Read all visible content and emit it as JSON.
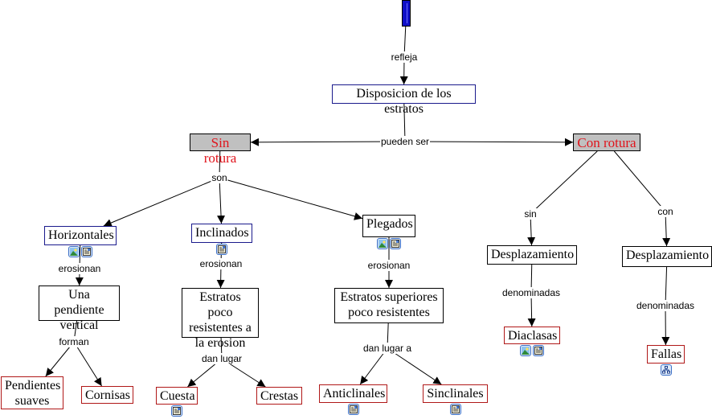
{
  "diagram": {
    "type": "concept-map",
    "nodes": [
      {
        "id": "root",
        "label": "",
        "style": "root"
      },
      {
        "id": "disposicion",
        "label": "Disposicion de los estratos",
        "style": "blue"
      },
      {
        "id": "sin_rotura",
        "label": "Sin rotura",
        "style": "gray"
      },
      {
        "id": "con_rotura",
        "label": "Con rotura",
        "style": "gray"
      },
      {
        "id": "horizontales",
        "label": "Horizontales",
        "style": "blue",
        "resources": [
          "image-icon",
          "document-icon"
        ]
      },
      {
        "id": "inclinados",
        "label": "Inclinados",
        "style": "blue",
        "resources": [
          "document-icon"
        ]
      },
      {
        "id": "plegados",
        "label": "Plegados",
        "style": "plain",
        "resources": [
          "image-icon",
          "document-icon"
        ]
      },
      {
        "id": "una_pendiente",
        "label": "Una pendiente\nvertical",
        "style": "plain"
      },
      {
        "id": "estratos_poco",
        "label": "Estratos poco\nresistentes a\nla erosion",
        "style": "plain"
      },
      {
        "id": "estratos_superiores",
        "label": "Estratos superiores\npoco resistentes",
        "style": "plain"
      },
      {
        "id": "pendientes_suaves",
        "label": "Pendientes\nsuaves",
        "style": "red"
      },
      {
        "id": "cornisas",
        "label": "Cornisas",
        "style": "red"
      },
      {
        "id": "cuesta",
        "label": "Cuesta",
        "style": "red",
        "resources": [
          "document-icon"
        ]
      },
      {
        "id": "crestas",
        "label": "Crestas",
        "style": "red"
      },
      {
        "id": "anticlinales",
        "label": "Anticlinales",
        "style": "red",
        "resources": [
          "document-icon"
        ]
      },
      {
        "id": "sinclinales",
        "label": "Sinclinales",
        "style": "red",
        "resources": [
          "document-icon"
        ]
      },
      {
        "id": "desplazamiento_sin",
        "label": "Desplazamiento",
        "style": "plain"
      },
      {
        "id": "desplazamiento_con",
        "label": "Desplazamiento",
        "style": "plain"
      },
      {
        "id": "diaclasas",
        "label": "Diaclasas",
        "style": "red",
        "resources": [
          "image-icon",
          "document-icon"
        ]
      },
      {
        "id": "fallas",
        "label": "Fallas",
        "style": "red",
        "resources": [
          "concept-map-icon"
        ]
      }
    ],
    "links": [
      {
        "id": "refleja",
        "label": "refleja",
        "from": [
          "root"
        ],
        "to": [
          "disposicion"
        ]
      },
      {
        "id": "pueden_ser",
        "label": "pueden ser",
        "from": [
          "disposicion"
        ],
        "to": [
          "sin_rotura",
          "con_rotura"
        ]
      },
      {
        "id": "son",
        "label": "son",
        "from": [
          "sin_rotura"
        ],
        "to": [
          "horizontales",
          "inclinados",
          "plegados"
        ]
      },
      {
        "id": "erosionan_h",
        "label": "erosionan",
        "from": [
          "horizontales"
        ],
        "to": [
          "una_pendiente"
        ]
      },
      {
        "id": "erosionan_i",
        "label": "erosionan",
        "from": [
          "inclinados"
        ],
        "to": [
          "estratos_poco"
        ]
      },
      {
        "id": "erosionan_p",
        "label": "erosionan",
        "from": [
          "plegados"
        ],
        "to": [
          "estratos_superiores"
        ]
      },
      {
        "id": "forman",
        "label": "forman",
        "from": [
          "una_pendiente"
        ],
        "to": [
          "pendientes_suaves",
          "cornisas"
        ]
      },
      {
        "id": "dan_lugar",
        "label": "dan lugar",
        "from": [
          "estratos_poco"
        ],
        "to": [
          "cuesta",
          "crestas"
        ]
      },
      {
        "id": "dan_lugar_a",
        "label": "dan lugar a",
        "from": [
          "estratos_superiores"
        ],
        "to": [
          "anticlinales",
          "sinclinales"
        ]
      },
      {
        "id": "sin",
        "label": "sin",
        "from": [
          "con_rotura"
        ],
        "to": [
          "desplazamiento_sin"
        ]
      },
      {
        "id": "con",
        "label": "con",
        "from": [
          "con_rotura"
        ],
        "to": [
          "desplazamiento_con"
        ]
      },
      {
        "id": "denominadas_1",
        "label": "denominadas",
        "from": [
          "desplazamiento_sin"
        ],
        "to": [
          "diaclasas"
        ]
      },
      {
        "id": "denominadas_2",
        "label": "denominadas",
        "from": [
          "desplazamiento_con"
        ],
        "to": [
          "fallas"
        ]
      }
    ]
  }
}
